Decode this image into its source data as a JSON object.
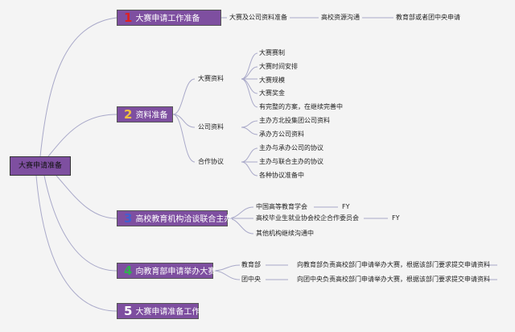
{
  "root": "大赛申请准备",
  "branches": [
    {
      "num": "1",
      "num_color": "#e02020",
      "label": "大赛申请工作准备",
      "items": [
        "大赛及公司资料准备",
        "高校资源沟通",
        "教育部或者团中央申请"
      ]
    },
    {
      "num": "2",
      "num_color": "#f0c040",
      "label": "资料准备",
      "groups": [
        {
          "label": "大赛资料",
          "items": [
            "大赛赛制",
            "大赛时间安排",
            "大赛规模",
            "大赛奖金",
            "有完整的方案，在继续完善中"
          ]
        },
        {
          "label": "公司资料",
          "items": [
            "主办方北投集团公司资料",
            "承办方公司资料"
          ]
        },
        {
          "label": "合作协议",
          "items": [
            "主办与承办公司的协议",
            "主办与联合主办的协议",
            "各种协议准备中"
          ]
        }
      ]
    },
    {
      "num": "3",
      "num_color": "#4060d0",
      "label": "高校教育机构洽谈联合主办",
      "items": [
        {
          "label": "中国高等教育学会",
          "note": "FY"
        },
        {
          "label": "高校毕业生就业协会校企合作委员会",
          "note": "FY"
        },
        {
          "label": "其他机构继续沟通中"
        }
      ]
    },
    {
      "num": "4",
      "num_color": "#30b050",
      "label": "向教育部申请举办大赛",
      "items": [
        {
          "label": "教育部",
          "detail": "向教育部负责高校部门申请举办大赛，根据该部门要求提交申请资料"
        },
        {
          "label": "团中央",
          "detail": "向团中央负责高校部门申请举办大赛，根据该部门要求提交申请资料"
        }
      ]
    },
    {
      "num": "5",
      "num_color": "#ffffff",
      "label": "大赛申请准备工作"
    }
  ]
}
